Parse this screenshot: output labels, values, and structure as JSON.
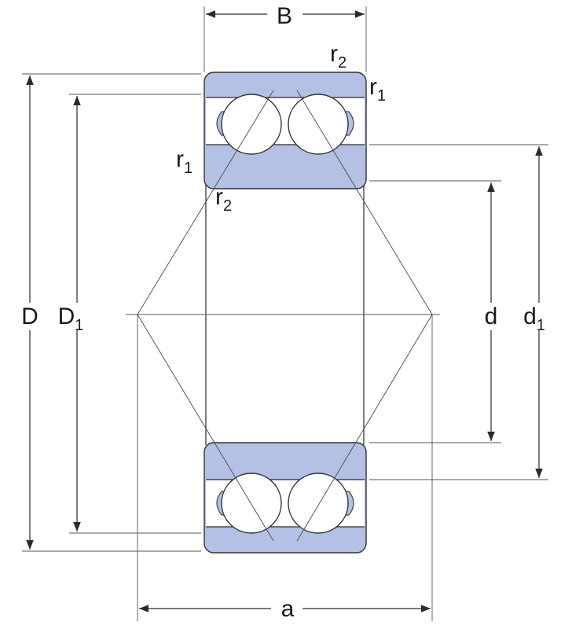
{
  "labels": {
    "B": "B",
    "a": "a",
    "D": "D",
    "D1_main": "D",
    "D1_sub": "1",
    "d": "d",
    "d1_main": "d",
    "d1_sub": "1",
    "r_main": "r",
    "r1_sub": "1",
    "r2_sub": "2"
  },
  "colors": {
    "ring_fill": "#b4c0e4",
    "line": "#2a2a2a"
  }
}
